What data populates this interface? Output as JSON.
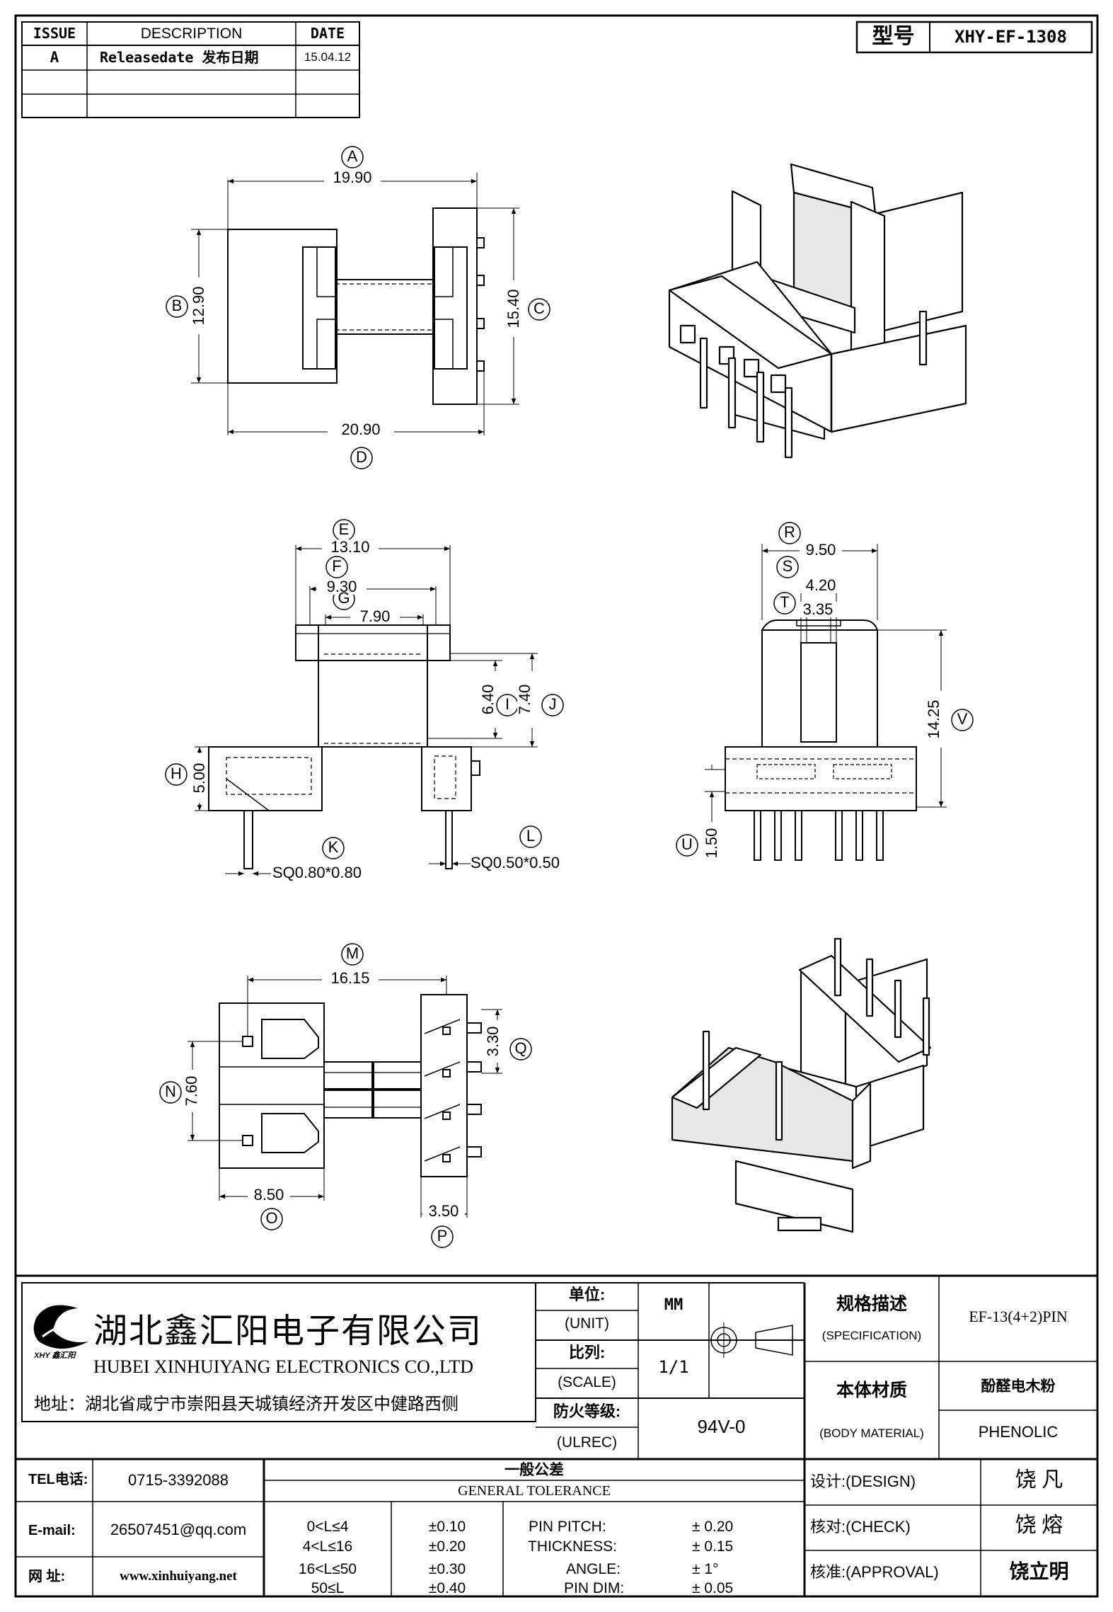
{
  "revision": {
    "headers": [
      "ISSUE",
      "DESCRIPTION",
      "DATE"
    ],
    "rows": [
      {
        "issue": "A",
        "description": "Releasedate 发布日期",
        "date": "15.04.12"
      },
      {
        "issue": "",
        "description": "",
        "date": ""
      },
      {
        "issue": "",
        "description": "",
        "date": ""
      }
    ]
  },
  "model": {
    "label": "型号",
    "value": "XHY-EF-1308"
  },
  "top_view": {
    "callouts": {
      "A": "A",
      "B": "B",
      "C": "C",
      "D": "D"
    },
    "dims": {
      "A": "19.90",
      "B": "12.90",
      "C": "15.40",
      "D": "20.90"
    }
  },
  "front_view": {
    "callouts": {
      "E": "E",
      "F": "F",
      "G": "G",
      "H": "H",
      "I": "I",
      "J": "J",
      "K": "K",
      "L": "L"
    },
    "dims": {
      "E": "13.10",
      "F": "9.30",
      "G": "7.90",
      "H": "5.00",
      "I": "6.40",
      "J": "7.40",
      "K": "SQ0.80*0.80",
      "L": "SQ0.50*0.50"
    }
  },
  "side_view": {
    "callouts": {
      "R": "R",
      "S": "S",
      "T": "T",
      "U": "U",
      "V": "V"
    },
    "dims": {
      "R": "9.50",
      "S": "4.20",
      "T": "3.35",
      "U": "1.50",
      "V": "14.25"
    }
  },
  "bottom_view": {
    "callouts": {
      "M": "M",
      "N": "N",
      "O": "O",
      "P": "P",
      "Q": "Q"
    },
    "dims": {
      "M": "16.15",
      "N": "7.60",
      "O": "8.50",
      "P": "3.50",
      "Q": "3.30"
    }
  },
  "company": {
    "name_cn": "湖北鑫汇阳电子有限公司",
    "name_en": "HUBEI XINHUIYANG ELECTRONICS CO.,LTD",
    "address": "地址：湖北省咸宁市崇阳县天城镇经济开发区中健路西侧",
    "logo_text": "XHY 鑫汇阳"
  },
  "title_block": {
    "unit_label_cn": "单位:",
    "unit_label_en": "(UNIT)",
    "unit_value": "MM",
    "scale_label_cn": "比列:",
    "scale_label_en": "(SCALE)",
    "scale_value": "1/1",
    "fire_label_cn": "防火等级:",
    "fire_label_en": "(ULREC)",
    "fire_value": "94V-0",
    "spec_label_cn": "规格描述",
    "spec_label_en": "(SPECIFICATION)",
    "spec_value": "EF-13(4+2)PIN",
    "material_label_cn": "本体材质",
    "material_label_en": "(BODY MATERIAL)",
    "material_value_cn": "酚醛电木粉",
    "material_value_en": "PHENOLIC"
  },
  "contact": {
    "tel_label": "TEL电话:",
    "tel": "0715-3392088",
    "email_label": "E-mail:",
    "email": "26507451@qq.com",
    "web_label": "网  址:",
    "web": "www.xinhuiyang.net"
  },
  "tolerance": {
    "title_cn": "一般公差",
    "title_en": "GENERAL TOLERANCE",
    "ranges": [
      {
        "range": "0<L≤4",
        "value": "±0.10"
      },
      {
        "range": "4<L≤16",
        "value": "±0.20"
      },
      {
        "range": "16<L≤50",
        "value": "±0.30"
      },
      {
        "range": "50≤L",
        "value": "±0.40"
      }
    ],
    "others": [
      {
        "label": "PIN PITCH:",
        "value": "± 0.20"
      },
      {
        "label": "THICKNESS:",
        "value": "± 0.15"
      },
      {
        "label": "ANGLE:",
        "value": "± 1°"
      },
      {
        "label": "PIN DIM:",
        "value": "± 0.05"
      }
    ]
  },
  "signoff": [
    {
      "label": "设计:(DESIGN)",
      "name": "饶  凡"
    },
    {
      "label": "核对:(CHECK)",
      "name": "饶  熔"
    },
    {
      "label": "核准:(APPROVAL)",
      "name": "饶立明"
    }
  ]
}
